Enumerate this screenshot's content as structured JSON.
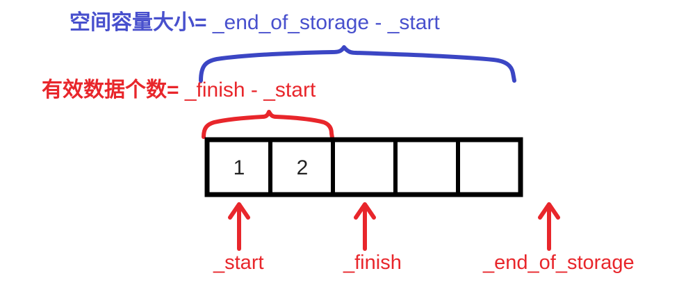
{
  "diagram": {
    "title_line_capacity": {
      "label": "空间容量大小=",
      "expression": " _end_of_storage - _start",
      "color": "#4850cd"
    },
    "title_line_size": {
      "label": "有效数据个数=",
      "expression": " _finish - _start",
      "color": "#e8262b"
    },
    "array": {
      "cell_count": 5,
      "cells": [
        {
          "value": "1"
        },
        {
          "value": "2"
        },
        {
          "value": ""
        },
        {
          "value": ""
        },
        {
          "value": ""
        }
      ],
      "border_color": "#000000"
    },
    "braces": [
      {
        "name": "capacity-brace",
        "color": "#4850cd",
        "spans_label": "空间容量大小"
      },
      {
        "name": "size-brace",
        "color": "#e8262b",
        "spans_label": "有效数据个数"
      }
    ],
    "pointers": [
      {
        "name": "start",
        "label": "_start",
        "color": "#e8262b"
      },
      {
        "name": "finish",
        "label": "_finish",
        "color": "#e8262b"
      },
      {
        "name": "end-of-storage",
        "label": "_end_of_storage",
        "color": "#e8262b"
      }
    ]
  }
}
